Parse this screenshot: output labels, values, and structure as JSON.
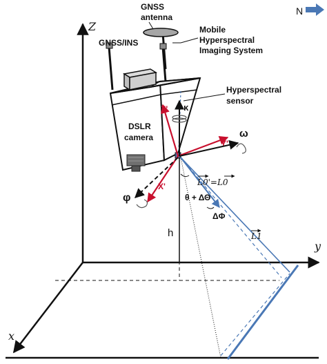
{
  "north": {
    "label": "N",
    "arrow_color": "#4a78b5"
  },
  "labels": {
    "gnss_antenna_line1": "GNSS",
    "gnss_antenna_line2": "antenna",
    "gnss_ins": "GNSS/INS",
    "mobile_line1": "Mobile",
    "mobile_line2": "Hyperspectral",
    "mobile_line3": "Imaging System",
    "hyper_line1": "Hyperspectral",
    "hyper_line2": "sensor",
    "dslr_line1": "DSLR",
    "dslr_line2": "camera"
  },
  "axes": {
    "z": "Z",
    "y": "y",
    "x": "x"
  },
  "body_axes": {
    "z_prime": "Z'",
    "y_prime": "Y'",
    "x_prime": "X'"
  },
  "angles": {
    "kappa": "κ",
    "omega": "ω",
    "phi": "φ",
    "theta_delta": "θ + ΔΘ",
    "delta_phi": "ΔΦ",
    "h": "h"
  },
  "vectors": {
    "l0_equation": "L0'=L0",
    "l1": "L1"
  },
  "colors": {
    "body_axis_red": "#c8102e",
    "beam_blue": "#4a78b5",
    "line_black": "#111111"
  }
}
